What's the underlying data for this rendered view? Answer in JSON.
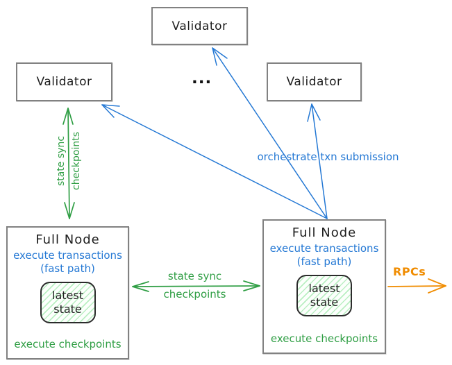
{
  "colors": {
    "blue": "#2478d4",
    "green": "#2f9e44",
    "orange": "#f08c00",
    "ink": "#1d1d1d",
    "border_gray": "#818181"
  },
  "nodes": {
    "validator_top": {
      "label": "Validator"
    },
    "validator_left": {
      "label": "Validator"
    },
    "validator_right": {
      "label": "Validator"
    },
    "ellipsis": "...",
    "full_node_left": {
      "title": "Full Node",
      "exec_txn": "execute transactions",
      "fast_path": "(fast path)",
      "state": {
        "line1": "latest",
        "line2": "state"
      },
      "footer": "execute checkpoints"
    },
    "full_node_right": {
      "title": "Full Node",
      "exec_txn": "execute transactions",
      "fast_path": "(fast path)",
      "state": {
        "line1": "latest",
        "line2": "state"
      },
      "footer": "execute checkpoints"
    }
  },
  "edge_labels": {
    "state_sync_vertical": {
      "line1": "state sync",
      "line2": "checkpoints"
    },
    "state_sync_horizontal": {
      "line1": "state sync",
      "line2": "checkpoints"
    },
    "orchestrate": "orchestrate txn submission",
    "rpcs": "RPCs"
  }
}
